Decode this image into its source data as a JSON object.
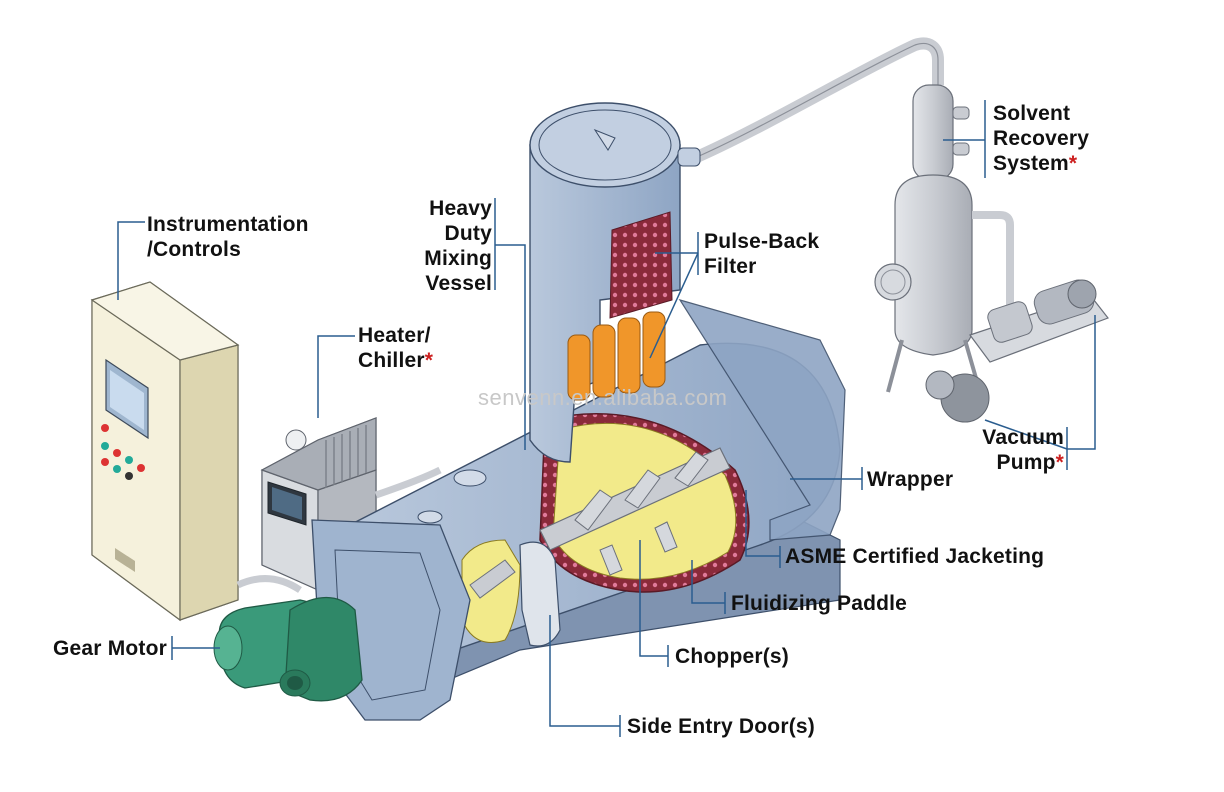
{
  "labels": {
    "instrumentation": "Instrumentation",
    "controls": "/Controls",
    "heavy": "Heavy",
    "duty": "Duty",
    "mixing": "Mixing",
    "vessel": "Vessel",
    "pulse_back": "Pulse-Back",
    "filter": "Filter",
    "solvent": "Solvent",
    "recovery": "Recovery",
    "system": "System",
    "heater": "Heater/",
    "chiller": "Chiller",
    "vacuum": "Vacuum",
    "pump": "Pump",
    "wrapper": "Wrapper",
    "asme": "ASME Certified Jacketing",
    "fluidizing": "Fluidizing Paddle",
    "chopper": "Chopper(s)",
    "gear_motor": "Gear Motor",
    "side_entry": "Side Entry Door(s)",
    "asterisk": "*"
  },
  "watermark": "senvenn.en.alibaba.com",
  "colors": {
    "leader": "#2a5d8f",
    "asterisk": "#cc1f1f",
    "vessel_blue": "#9fb4cf",
    "product_yellow": "#f2ea8a",
    "jacket_red": "#8a2a3a",
    "filter_orange": "#f0962a",
    "motor_green": "#3a9a7a",
    "cabinet": "#f3efd6"
  }
}
